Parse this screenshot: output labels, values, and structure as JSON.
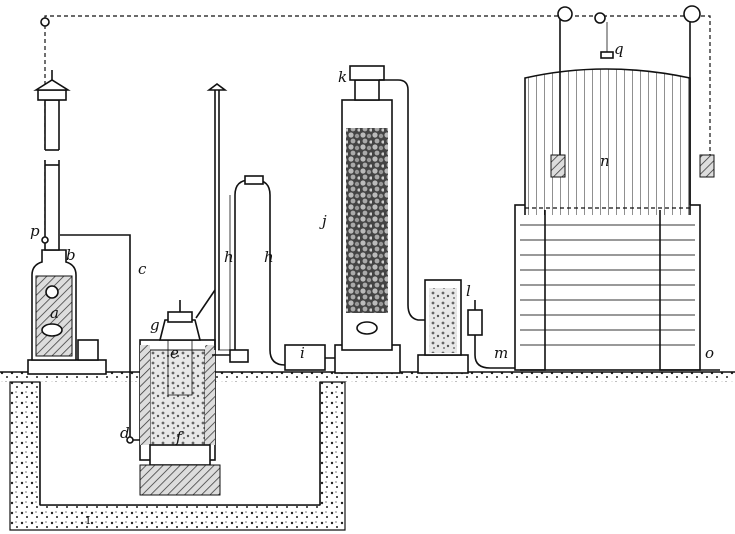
{
  "labels": {
    "a": "a",
    "b": "b",
    "c": "c",
    "d": "d",
    "e": "e",
    "f": "f",
    "g": "g",
    "h1": "h",
    "h2": "h",
    "i": "i",
    "j": "j",
    "k": "k",
    "l": "l",
    "m": "m",
    "n": "n",
    "o": "o",
    "p": "p",
    "q": "q"
  },
  "figure_number": "I"
}
